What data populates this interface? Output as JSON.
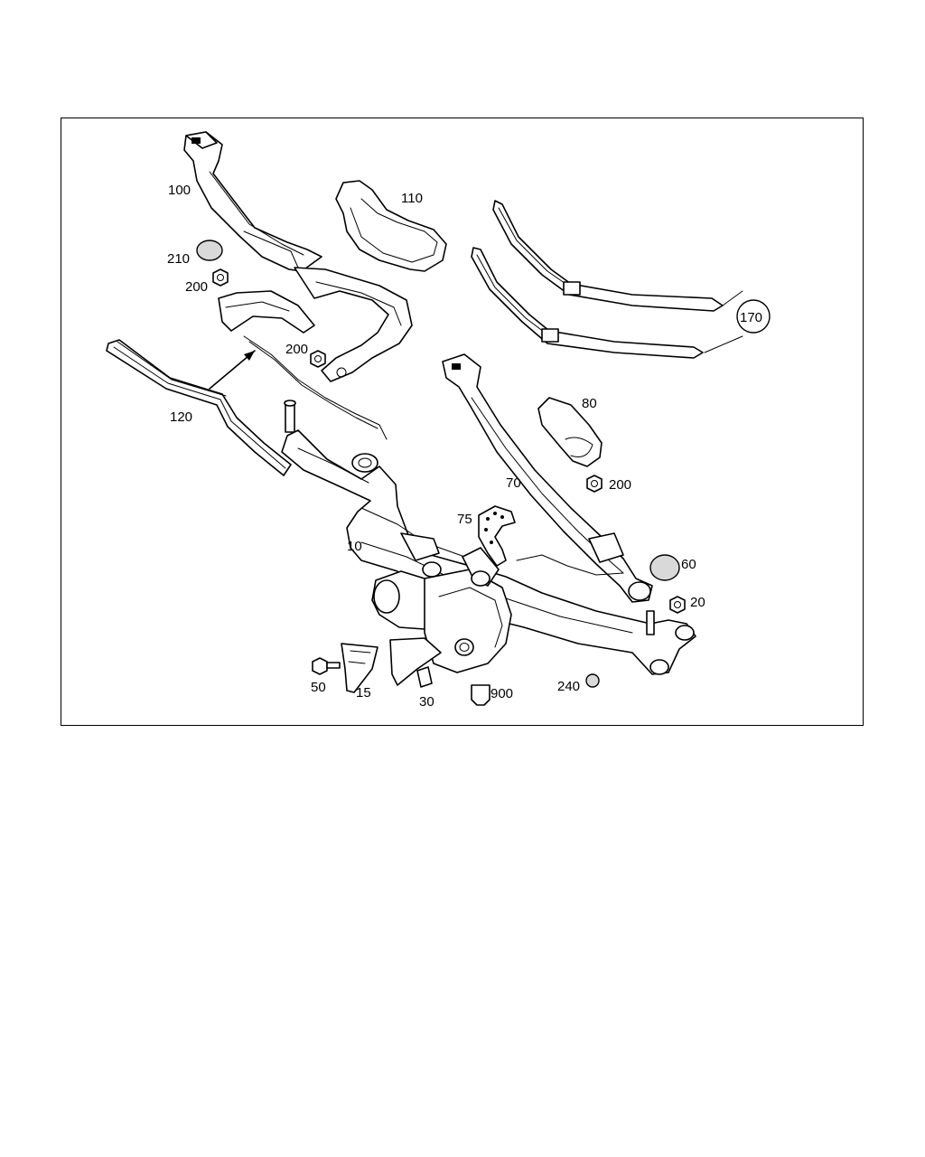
{
  "diagram": {
    "callouts": {
      "p100": "100",
      "p110": "110",
      "p210": "210",
      "p200a": "200",
      "p200b": "200",
      "p200c": "200",
      "p120": "120",
      "p170": "170",
      "p80": "80",
      "p70": "70",
      "p75": "75",
      "p10": "10",
      "p60": "60",
      "p20": "20",
      "p50": "50",
      "p15": "15",
      "p30": "30",
      "p900": "900",
      "p240": "240"
    }
  }
}
